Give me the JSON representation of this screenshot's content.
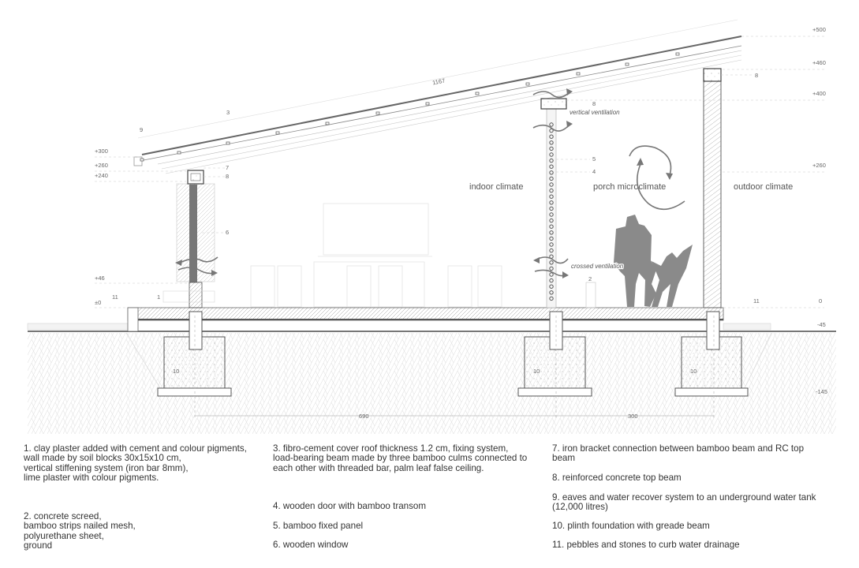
{
  "drawing": {
    "zones": {
      "indoor": "indoor climate",
      "porch": "porch microclimate",
      "outdoor": "outdoor climate"
    },
    "annotations": {
      "vertical_ventilation": "vertical ventilation",
      "crossed_ventilation": "crossed ventilation"
    },
    "roof_length": "1167",
    "levels_left": [
      "+300",
      "+260",
      "+240",
      "+46",
      "±0"
    ],
    "levels_right": [
      "+500",
      "+460",
      "+400",
      "+260",
      "0",
      "-45",
      "-145"
    ],
    "dimensions": [
      "690",
      "300"
    ],
    "callouts": {
      "c9": "9",
      "c3": "3",
      "c7": "7",
      "c8a": "8",
      "c6": "6",
      "c1": "1",
      "c11a": "11",
      "c8b": "8",
      "c5": "5",
      "c4": "4",
      "c2": "2",
      "c8c": "8",
      "c11b": "11",
      "c10a": "10",
      "c10b": "10",
      "c10c": "10"
    }
  },
  "legend": {
    "item1": "1. clay plaster added with cement and colour pigments,\nwall made by soil blocks 30x15x10 cm,\nvertical stiffening system (iron bar 8mm),\nlime plaster with colour pigments.",
    "item2": "2. concrete screed,\nbamboo strips nailed mesh,\npolyurethane sheet,\nground",
    "item3": "3. fibro-cement cover roof thickness 1.2 cm, fixing system,\nload-bearing beam made by three bamboo culms connected to\neach other with threaded bar, palm leaf false ceiling.",
    "item4": "4. wooden door with bamboo transom",
    "item5": "5. bamboo fixed panel",
    "item6": "6. wooden window",
    "item7": "7. iron bracket connection between bamboo beam and RC top\nbeam",
    "item8": "8. reinforced concrete top beam",
    "item9": "9. eaves and water recover system to an underground water tank\n(12,000 litres)",
    "item10": "10. plinth foundation with greade beam",
    "item11": "11. pebbles and stones to curb water drainage"
  }
}
